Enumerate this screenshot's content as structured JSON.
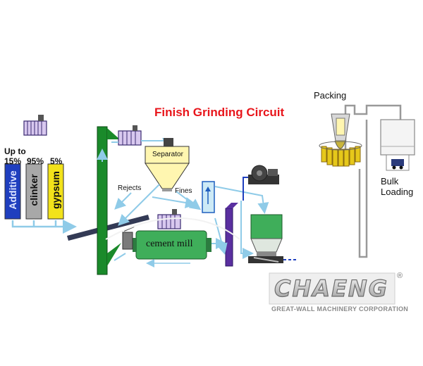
{
  "title": "Finish Grinding Circuit",
  "colors": {
    "title": "#e8151b",
    "flow_arrow": "#8fcbe8",
    "elevator_green": "#1a8a2a",
    "mill_green": "#3fae5a",
    "separator_yellow": "#fff6b0",
    "bin_blue": "#1f3fbf",
    "bin_grey": "#a8a8a8",
    "bin_yellow": "#f2e21a",
    "purple": "#4a2a8a"
  },
  "feed": {
    "percentages": {
      "prefix": "Up to",
      "additive": "15%",
      "clinker": "95%",
      "gypsum": "5%"
    },
    "bins": {
      "additive": "Additive",
      "clinker": "clinker",
      "gypsum": "gypsum"
    }
  },
  "labels": {
    "separator": "Separator",
    "rejects": "Rejects",
    "fines": "Fines",
    "cement_mill": "cement mill",
    "packing": "Packing",
    "bulk_loading_1": "Bulk",
    "bulk_loading_2": "Loading"
  },
  "brand": {
    "name": "CHAENG",
    "registered": "®",
    "subtitle": "GREAT-WALL MACHINERY CORPORATION"
  }
}
